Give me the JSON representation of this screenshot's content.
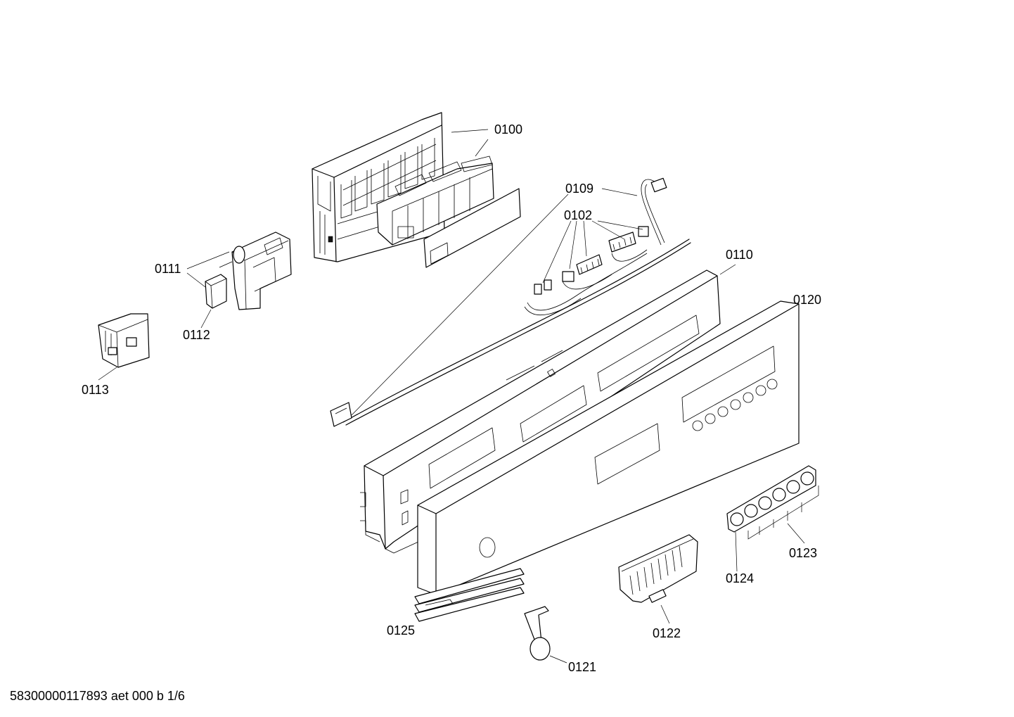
{
  "labels": {
    "p0100": "0100",
    "p0109": "0109",
    "p0102": "0102",
    "p0110": "0110",
    "p0111": "0111",
    "p0112": "0112",
    "p0113": "0113",
    "p0120": "0120",
    "p0121": "0121",
    "p0122": "0122",
    "p0123": "0123",
    "p0124": "0124",
    "p0125": "0125"
  },
  "footer": "58300000117893 aet 000 b 1/6"
}
